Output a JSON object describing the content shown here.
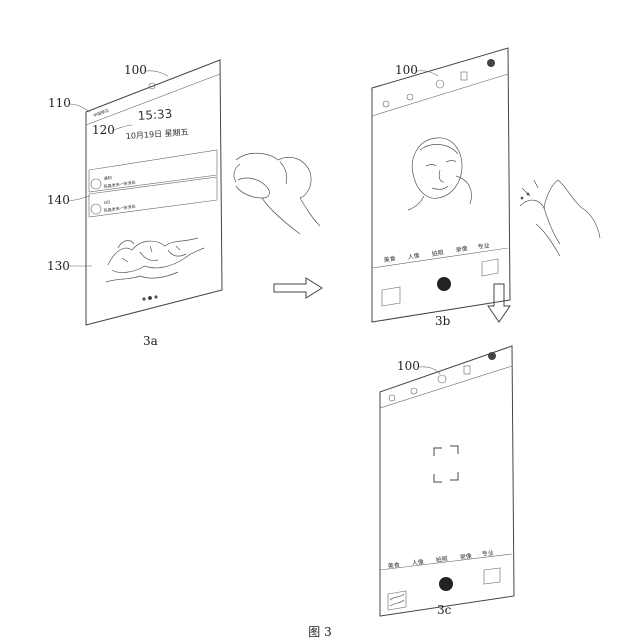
{
  "figure_caption": "图 3",
  "panel_a": {
    "caption": "3a",
    "labels": {
      "device": "100",
      "status_bar": "110",
      "clock": "120",
      "wallpaper": "130",
      "notifications": "140"
    },
    "lockscreen": {
      "time": "15:33",
      "date": "10月19日 星期五",
      "notifications": [
        {
          "title": "通知",
          "preview": "陈磊发来一条消息"
        },
        {
          "title": "QQ",
          "preview": "陈磊发来一条消息"
        }
      ]
    }
  },
  "panel_b": {
    "caption": "3b",
    "labels": {
      "device": "100"
    },
    "camera_modes": [
      "美食",
      "人像",
      "拍照",
      "录像",
      "专业"
    ]
  },
  "panel_c": {
    "caption": "3c",
    "labels": {
      "device": "100"
    },
    "camera_modes": [
      "美食",
      "人像",
      "拍照",
      "录像",
      "专业"
    ]
  }
}
